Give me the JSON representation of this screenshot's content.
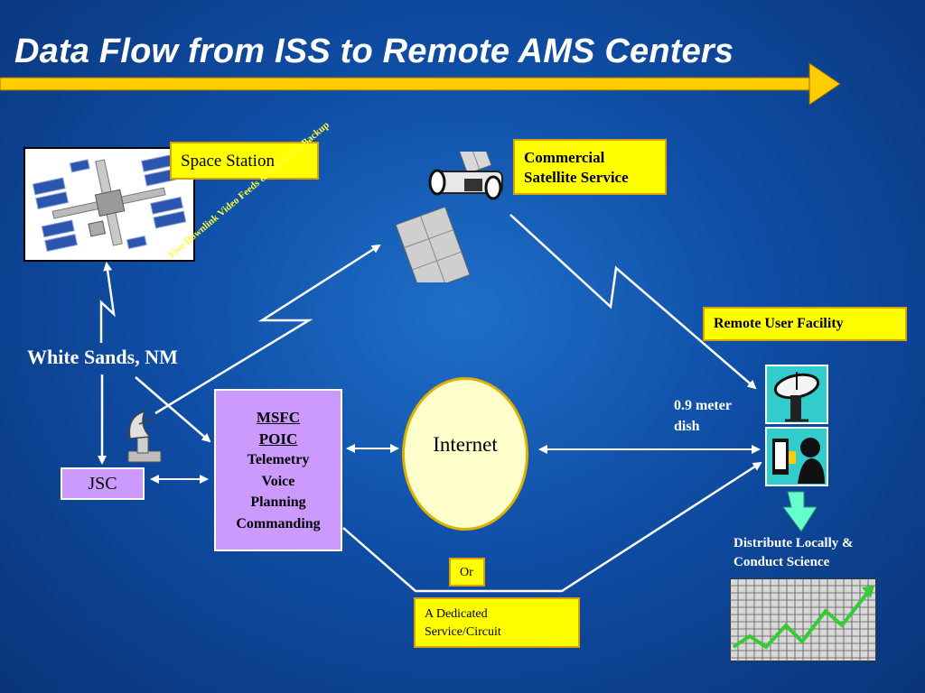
{
  "title": "Data Flow from ISS to Remote AMS Centers",
  "labels": {
    "space_station": "Space Station",
    "commercial_satellite": [
      "Commercial",
      "Satellite Service"
    ],
    "remote_user_facility": "Remote User Facility",
    "white_sands": "White Sands, NM",
    "jsc": "JSC",
    "msfc": [
      "MSFC",
      "POIC",
      "Telemetry",
      "Voice",
      "Planning",
      "Commanding"
    ],
    "internet": "Internet",
    "dish": [
      "0.9 meter",
      "dish"
    ],
    "distribute": [
      "Distribute Locally &",
      "Conduct Science"
    ],
    "or": "Or",
    "dedicated": [
      "A Dedicated",
      "Service/Circuit"
    ],
    "downlink": "Five Downlink Video Feeds & Telemetry Backup"
  },
  "colors": {
    "background": "#0f4ea6",
    "title_arrow": "#ffcc00",
    "label_box": "#ffff00",
    "center_box": "#cc99ff",
    "internet_fill": "#ffffcc",
    "downlink_text": "#ffff33",
    "chart_line": "#33cc33",
    "down_arrow": "#66ffcc"
  },
  "icons": [
    "iss-image-icon",
    "satellite-icon",
    "ground-dish-icon",
    "remote-dish-icon",
    "operator-icon",
    "science-chart-icon",
    "down-arrow-icon"
  ]
}
